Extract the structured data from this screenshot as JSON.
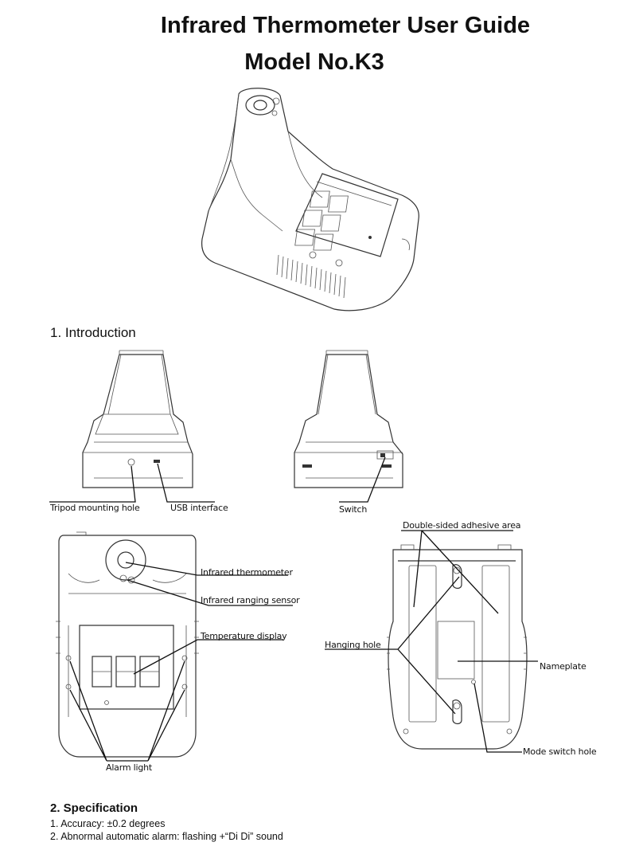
{
  "header": {
    "title": "Infrared Thermometer User Guide",
    "model": "Model No.K3"
  },
  "intro": {
    "heading": "1. Introduction",
    "labels": {
      "tripod": "Tripod mounting hole",
      "usb": "USB interface",
      "switch": "Switch",
      "adhesive": "Double-sided adhesive area",
      "ir_thermometer": "Infrared thermometer",
      "ir_ranging": "Infrared ranging sensor",
      "temp_display": "Temperature display",
      "hanging_hole": "Hanging hole",
      "nameplate": "Nameplate",
      "alarm_light": "Alarm light",
      "mode_switch": "Mode switch hole"
    }
  },
  "spec": {
    "heading": "2. Specification",
    "items": [
      "1. Accuracy: ±0.2 degrees",
      "2. Abnormal automatic alarm: flashing +“Di Di” sound"
    ]
  }
}
